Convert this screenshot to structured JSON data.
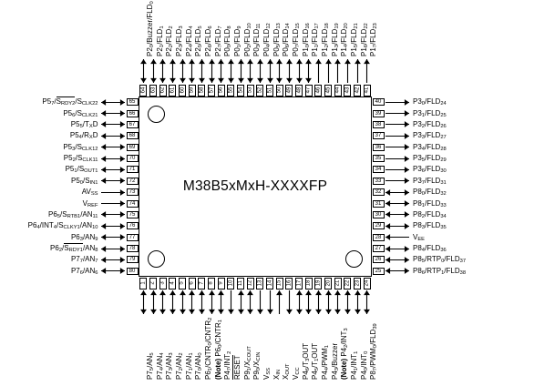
{
  "diagram": {
    "part_number": "M38B5xMxH-XXXXFP",
    "package_outline": "80-pin QFP",
    "corner_markers": 3
  },
  "pins": {
    "top": [
      {
        "number": "64",
        "label": "P2<sub>0</sub>/Buzzer/FLD<sub>0</sub>",
        "dir": "bidir"
      },
      {
        "number": "63",
        "label": "P2<sub>1</sub>/FLD<sub>1</sub>",
        "dir": "bidir"
      },
      {
        "number": "62",
        "label": "P2<sub>2</sub>/FLD<sub>2</sub>",
        "dir": "bidir"
      },
      {
        "number": "61",
        "label": "P2<sub>3</sub>/FLD<sub>3</sub>",
        "dir": "bidir"
      },
      {
        "number": "60",
        "label": "P2<sub>4</sub>/FLD<sub>4</sub>",
        "dir": "bidir"
      },
      {
        "number": "59",
        "label": "P2<sub>5</sub>/FLD<sub>5</sub>",
        "dir": "bidir"
      },
      {
        "number": "58",
        "label": "P2<sub>6</sub>/FLD<sub>6</sub>",
        "dir": "bidir"
      },
      {
        "number": "57",
        "label": "P2<sub>7</sub>/FLD<sub>7</sub>",
        "dir": "bidir"
      },
      {
        "number": "56",
        "label": "P0<sub>0</sub>/FLD<sub>8</sub>",
        "dir": "bidir"
      },
      {
        "number": "55",
        "label": "P0<sub>1</sub>/FLD<sub>9</sub>",
        "dir": "bidir"
      },
      {
        "number": "54",
        "label": "P0<sub>2</sub>/FLD<sub>10</sub>",
        "dir": "bidir"
      },
      {
        "number": "53",
        "label": "P0<sub>3</sub>/FLD<sub>11</sub>",
        "dir": "bidir"
      },
      {
        "number": "52",
        "label": "P0<sub>4</sub>/FLD<sub>12</sub>",
        "dir": "bidir"
      },
      {
        "number": "51",
        "label": "P0<sub>5</sub>/FLD<sub>13</sub>",
        "dir": "bidir"
      },
      {
        "number": "50",
        "label": "P0<sub>6</sub>/FLD<sub>14</sub>",
        "dir": "bidir"
      },
      {
        "number": "49",
        "label": "P0<sub>7</sub>/FLD<sub>15</sub>",
        "dir": "bidir"
      },
      {
        "number": "48",
        "label": "P1<sub>0</sub>/FLD<sub>16</sub>",
        "dir": "bidir"
      },
      {
        "number": "47",
        "label": "P1<sub>1</sub>/FLD<sub>17</sub>",
        "dir": "bidir"
      },
      {
        "number": "46",
        "label": "P1<sub>2</sub>/FLD<sub>18</sub>",
        "dir": "out"
      },
      {
        "number": "45",
        "label": "P1<sub>3</sub>/FLD<sub>19</sub>",
        "dir": "out"
      },
      {
        "number": "44",
        "label": "P1<sub>4</sub>/FLD<sub>20</sub>",
        "dir": "out"
      },
      {
        "number": "43",
        "label": "P1<sub>5</sub>/FLD<sub>21</sub>",
        "dir": "out"
      },
      {
        "number": "42",
        "label": "P1<sub>6</sub>/FLD<sub>22</sub>",
        "dir": "out"
      },
      {
        "number": "41",
        "label": "P1<sub>7</sub>/FLD<sub>23</sub>",
        "dir": "out"
      }
    ],
    "left": [
      {
        "number": "65",
        "label": "P5<sub>7</sub>/<span class=\"ovl\">S<sub>RDY2</sub></span>/S<sub>CLK22</sub>",
        "dir": "bidir"
      },
      {
        "number": "66",
        "label": "P5<sub>6</sub>/S<sub>CLK21</sub>",
        "dir": "bidir"
      },
      {
        "number": "67",
        "label": "P5<sub>5</sub>/T<sub>X</sub>D",
        "dir": "bidir"
      },
      {
        "number": "68",
        "label": "P5<sub>4</sub>/R<sub>X</sub>D",
        "dir": "bidir"
      },
      {
        "number": "69",
        "label": "P5<sub>3</sub>/S<sub>CLK12</sub>",
        "dir": "bidir"
      },
      {
        "number": "70",
        "label": "P5<sub>2</sub>/S<sub>CLK11</sub>",
        "dir": "bidir"
      },
      {
        "number": "71",
        "label": "P5<sub>1</sub>/S<sub>OUT1</sub>",
        "dir": "bidir"
      },
      {
        "number": "72",
        "label": "P5<sub>0</sub>/S<sub>IN1</sub>",
        "dir": "bidir"
      },
      {
        "number": "73",
        "label": "AV<sub>SS</sub>",
        "dir": "in"
      },
      {
        "number": "74",
        "label": "V<sub>REF</sub>",
        "dir": "in"
      },
      {
        "number": "75",
        "label": "P6<sub>5</sub>/S<sub>RTB1</sub>/AN<sub>11</sub>",
        "dir": "bidir"
      },
      {
        "number": "76",
        "label": "P6<sub>4</sub>/INT<sub>4</sub>/S<sub>CLKY1</sub>/AN<sub>10</sub>",
        "dir": "bidir"
      },
      {
        "number": "77",
        "label": "P6<sub>3</sub>/AN<sub>9</sub>",
        "dir": "bidir"
      },
      {
        "number": "78",
        "label": "P6<sub>2</sub>/<span class=\"ovl\">S<sub>RDY1</sub></span>/AN<sub>8</sub>",
        "dir": "bidir"
      },
      {
        "number": "79",
        "label": "P7<sub>7</sub>/AN<sub>7</sub>",
        "dir": "bidir"
      },
      {
        "number": "80",
        "label": "P7<sub>6</sub>/AN<sub>6</sub>",
        "dir": "bidir"
      }
    ],
    "right": [
      {
        "number": "40",
        "label": "P3<sub>0</sub>/FLD<sub>24</sub>",
        "dir": "out"
      },
      {
        "number": "39",
        "label": "P3<sub>1</sub>/FLD<sub>25</sub>",
        "dir": "out"
      },
      {
        "number": "38",
        "label": "P3<sub>2</sub>/FLD<sub>26</sub>",
        "dir": "out"
      },
      {
        "number": "37",
        "label": "P3<sub>3</sub>/FLD<sub>27</sub>",
        "dir": "out"
      },
      {
        "number": "36",
        "label": "P3<sub>4</sub>/FLD<sub>28</sub>",
        "dir": "out"
      },
      {
        "number": "35",
        "label": "P3<sub>5</sub>/FLD<sub>29</sub>",
        "dir": "out"
      },
      {
        "number": "34",
        "label": "P3<sub>6</sub>/FLD<sub>30</sub>",
        "dir": "out"
      },
      {
        "number": "33",
        "label": "P3<sub>7</sub>/FLD<sub>31</sub>",
        "dir": "out"
      },
      {
        "number": "32",
        "label": "P8<sub>0</sub>/FLD<sub>32</sub>",
        "dir": "bidir"
      },
      {
        "number": "31",
        "label": "P8<sub>1</sub>/FLD<sub>33</sub>",
        "dir": "bidir"
      },
      {
        "number": "30",
        "label": "P8<sub>2</sub>/FLD<sub>34</sub>",
        "dir": "bidir"
      },
      {
        "number": "29",
        "label": "P8<sub>3</sub>/FLD<sub>35</sub>",
        "dir": "bidir"
      },
      {
        "number": "28",
        "label": "V<sub>EE</sub>",
        "dir": "in"
      },
      {
        "number": "27",
        "label": "P8<sub>4</sub>/FLD<sub>36</sub>",
        "dir": "bidir"
      },
      {
        "number": "26",
        "label": "P8<sub>5</sub>/RTP<sub>0</sub>/FLD<sub>37</sub>",
        "dir": "bidir"
      },
      {
        "number": "25",
        "label": "P8<sub>6</sub>/RTP<sub>1</sub>/FLD<sub>38</sub>",
        "dir": "bidir"
      }
    ],
    "bottom": [
      {
        "number": "1",
        "label": "P7<sub>5</sub>/AN<sub>5</sub>",
        "dir": "bidir"
      },
      {
        "number": "2",
        "label": "P7<sub>4</sub>/AN<sub>4</sub>",
        "dir": "bidir"
      },
      {
        "number": "3",
        "label": "P7<sub>3</sub>/AN<sub>3</sub>",
        "dir": "bidir"
      },
      {
        "number": "4",
        "label": "P7<sub>2</sub>/AN<sub>2</sub>",
        "dir": "bidir"
      },
      {
        "number": "5",
        "label": "P7<sub>1</sub>/AN<sub>1</sub>",
        "dir": "bidir"
      },
      {
        "number": "6",
        "label": "P7<sub>0</sub>/AN<sub>0</sub>",
        "dir": "bidir"
      },
      {
        "number": "7",
        "label": "P6<sub>1</sub>/CNTR<sub>0</sub>/CNTR<sub>2</sub>",
        "dir": "bidir"
      },
      {
        "number": "8",
        "label": "<span class=\"note\">(Note)</span> P6<sub>0</sub>/CNTR<sub>1</sub>",
        "dir": "bidir"
      },
      {
        "number": "9",
        "label": "P4<sub>7</sub>/INT<sub>2</sub>",
        "dir": "bidir"
      },
      {
        "number": "10",
        "label": "<span class=\"ovl\">RESET</span>",
        "dir": "in"
      },
      {
        "number": "11",
        "label": "P9<sub>1</sub>/X<sub>COUT</sub>",
        "dir": "bidir"
      },
      {
        "number": "12",
        "label": "P9<sub>0</sub>/X<sub>CIN</sub>",
        "dir": "bidir"
      },
      {
        "number": "13",
        "label": "V<sub>SS</sub>",
        "dir": "in"
      },
      {
        "number": "14",
        "label": "X<sub>IN</sub>",
        "dir": "in"
      },
      {
        "number": "15",
        "label": "X<sub>OUT</sub>",
        "dir": "out"
      },
      {
        "number": "16",
        "label": "V<sub>CC</sub>",
        "dir": "in"
      },
      {
        "number": "17",
        "label": "P4<sub>6</sub>/T<sub>3</sub>OUT",
        "dir": "bidir"
      },
      {
        "number": "18",
        "label": "P4<sub>5</sub>/T<sub>1</sub>OUT",
        "dir": "bidir"
      },
      {
        "number": "19",
        "label": "P4<sub>4</sub>/PWM<sub>1</sub>",
        "dir": "bidir"
      },
      {
        "number": "20",
        "label": "P4<sub>3</sub>/Buzzer",
        "dir": "bidir"
      },
      {
        "number": "21",
        "label": "<span class=\"note\">(Note)</span> P4<sub>2</sub>/INT<sub>3</sub>",
        "dir": "bidir"
      },
      {
        "number": "22",
        "label": "P4<sub>1</sub>/INT<sub>1</sub>",
        "dir": "bidir"
      },
      {
        "number": "23",
        "label": "P4<sub>0</sub>/INT<sub>0</sub>",
        "dir": "bidir"
      },
      {
        "number": "24",
        "label": "P8<sub>7</sub>/PWM<sub>0</sub>/FLD<sub>39</sub>",
        "dir": "bidir"
      }
    ]
  }
}
